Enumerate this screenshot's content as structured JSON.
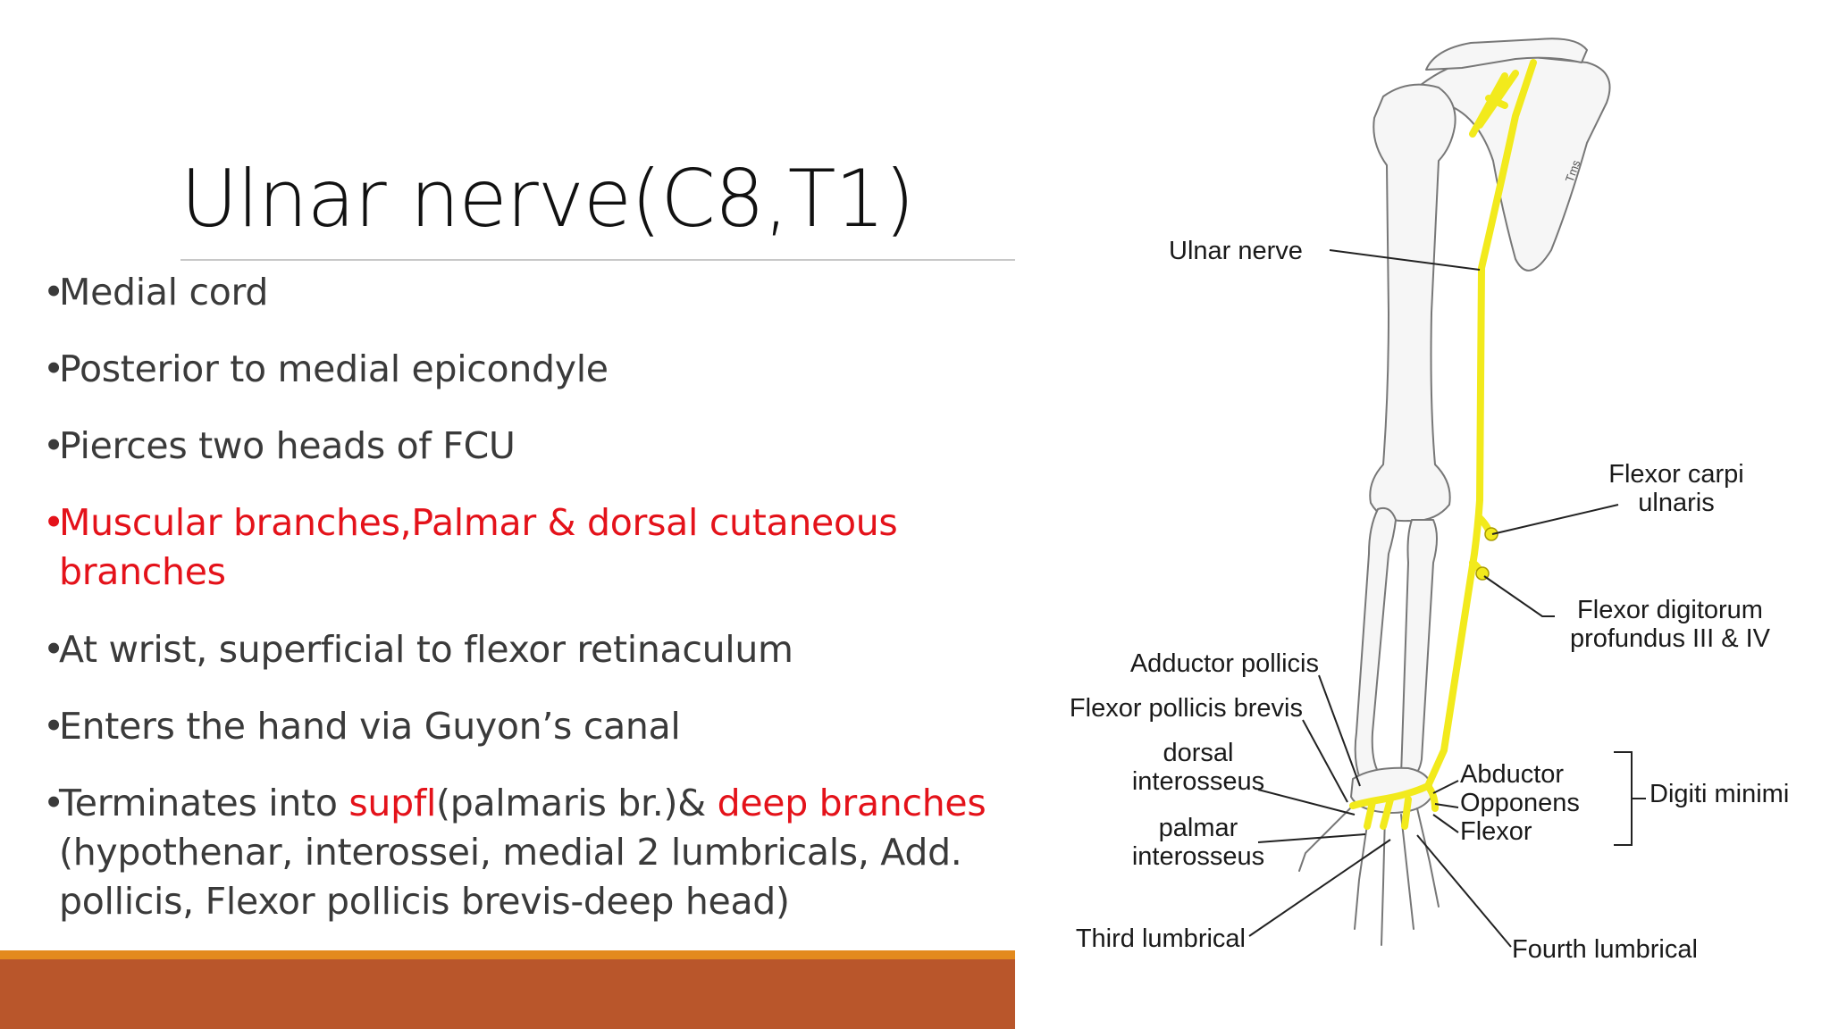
{
  "slide": {
    "title": "Ulnar nerve(C8,T1)",
    "bullet_char": "•",
    "bullets": {
      "b1": "Medial cord",
      "b2": "Posterior to medial epicondyle",
      "b3": "Pierces two heads of  FCU",
      "b4_line1": "Muscular branches,Palmar & dorsal cutaneous",
      "b4_line2": "branches",
      "b5": "At wrist, superficial to flexor retinaculum",
      "b6": "Enters the hand via Guyon’s canal",
      "b7_pre": "Terminates into ",
      "b7_red1": "supfl",
      "b7_mid": "(palmaris br.)& ",
      "b7_red2": "deep branches",
      "b7_line2": "(hypothenar, interossei, medial 2 lumbricals, Add.",
      "b7_line3": "pollicis, Flexor pollicis brevis-deep head)"
    }
  },
  "diagram": {
    "labels": {
      "ulnar_nerve": "Ulnar nerve",
      "fcu_1": "Flexor carpi",
      "fcu_2": "ulnaris",
      "fdp_1": "Flexor digitorum",
      "fdp_2": "profundus III & IV",
      "adductor_pollicis": "Adductor pollicis",
      "flexor_pollicis_brevis": "Flexor pollicis brevis",
      "dorsal_1": "dorsal",
      "dorsal_2": "interosseus",
      "palmar_1": "palmar",
      "palmar_2": "interosseus",
      "abductor": "Abductor",
      "opponens": "Opponens",
      "flexor": "Flexor",
      "digiti_minimi": "Digiti minimi",
      "third_lumbrical": "Third lumbrical",
      "fourth_lumbrical": "Fourth lumbrical",
      "signature": "Tms"
    },
    "colors": {
      "nerve": "#f2ea1c",
      "nerve_outline": "#a89a00",
      "bone": "#f5f5f5",
      "bone_outline": "#777777"
    }
  },
  "colors": {
    "accent_red": "#e4121a",
    "footer_orange": "#e38a1e",
    "footer_rust": "#b9562b"
  }
}
